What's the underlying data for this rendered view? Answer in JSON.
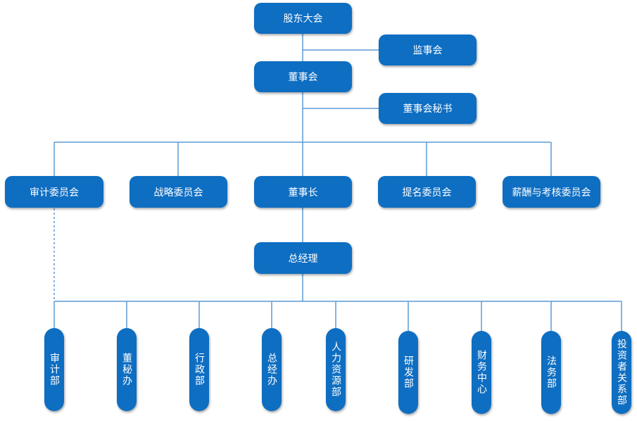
{
  "colors": {
    "node_fill": "#0e6ec2",
    "connector": "#5b9bd5"
  },
  "nodes": {
    "shareholders_meeting": "股东大会",
    "supervisory_board": "监事会",
    "board_of_directors": "董事会",
    "board_secretary": "董事会秘书",
    "audit_committee": "审计委员会",
    "strategy_committee": "战略委员会",
    "chairman": "董事长",
    "nomination_committee": "提名委员会",
    "remuneration_committee": "薪酬与考核委员会",
    "general_manager": "总经理"
  },
  "departments": [
    "审计部",
    "董秘办",
    "行政部",
    "总经办",
    "人力资源部",
    "研发部",
    "财务中心",
    "法务部",
    "投资者关系部"
  ]
}
